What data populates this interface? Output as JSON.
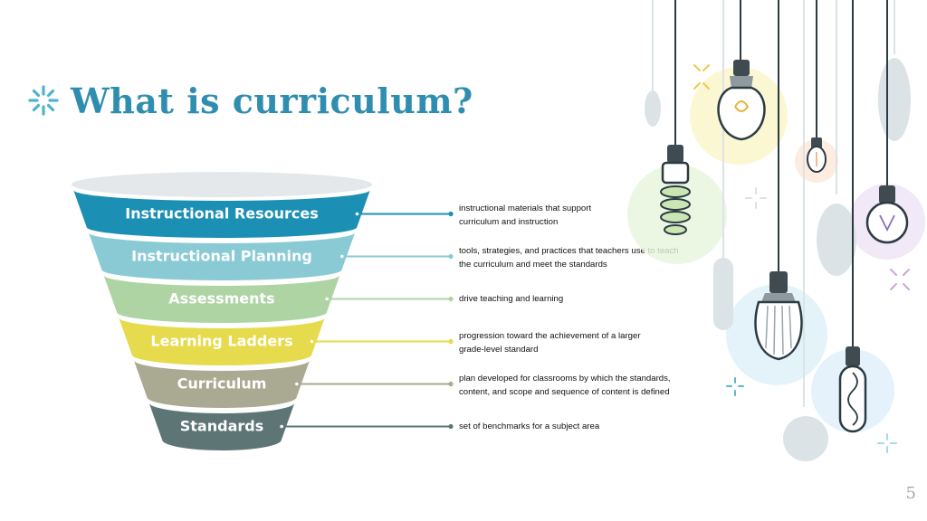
{
  "slide": {
    "title": "What is curriculum?",
    "page_number": "5",
    "colors": {
      "title": "#2f8eb0",
      "accent": "#4fb3cc",
      "funnel_top": "#e4e8ea"
    }
  },
  "funnel": {
    "layers": [
      {
        "label": "Instructional Resources",
        "color": "#1c8fb4",
        "description_lines": [
          "instructional materials that support",
          "curriculum and instruction"
        ]
      },
      {
        "label": "Instructional Planning",
        "color": "#89cad5",
        "description_lines": [
          "tools, strategies, and practices that teachers use to teach",
          "the curriculum and meet the standards"
        ]
      },
      {
        "label": "Assessments",
        "color": "#aed4a4",
        "description_lines": [
          "drive teaching and learning"
        ]
      },
      {
        "label": "Learning Ladders",
        "color": "#e6db4c",
        "description_lines": [
          "progression toward the achievement of a larger",
          "grade-level standard"
        ]
      },
      {
        "label": "Curriculum",
        "color": "#aaa992",
        "description_lines": [
          "plan developed for classrooms by which the standards,",
          "content, and scope and sequence of content is defined"
        ]
      },
      {
        "label": "Standards",
        "color": "#5e7576",
        "description_lines": [
          "set of benchmarks for a subject area"
        ]
      }
    ]
  },
  "decor_icons": [
    "sparkle-icon",
    "light-bulb-icon"
  ]
}
